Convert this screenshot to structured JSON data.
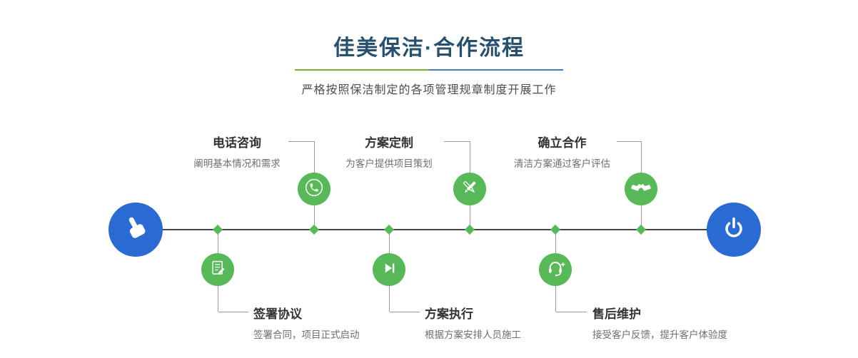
{
  "header": {
    "title": "佳美保洁·合作流程",
    "subtitle": "严格按照保洁制定的各项管理规章制度开展工作"
  },
  "colors": {
    "title_text": "#27506e",
    "accent_green": "#57b957",
    "accent_blue": "#2a6bd3",
    "underline_green": "#7dab37",
    "underline_blue": "#4a7dbf",
    "timeline_line": "#454545"
  },
  "flow": {
    "start_icon": "pointing-hand-icon",
    "end_icon": "power-icon",
    "steps_top": [
      {
        "title": "电话咨询",
        "desc": "阐明基本情况和需求",
        "icon": "phone-icon"
      },
      {
        "title": "方案定制",
        "desc": "为客户提供项目策划",
        "icon": "pencil-icon"
      },
      {
        "title": "确立合作",
        "desc": "清洁方案通过客户评估",
        "icon": "handshake-icon"
      }
    ],
    "steps_bottom": [
      {
        "title": "签署协议",
        "desc": "签署合同，项目正式启动",
        "icon": "contract-icon"
      },
      {
        "title": "方案执行",
        "desc": "根据方案安排人员施工",
        "icon": "play-icon"
      },
      {
        "title": "售后维护",
        "desc": "接受客户反馈，提升客户体验度",
        "icon": "headset-icon"
      }
    ]
  }
}
